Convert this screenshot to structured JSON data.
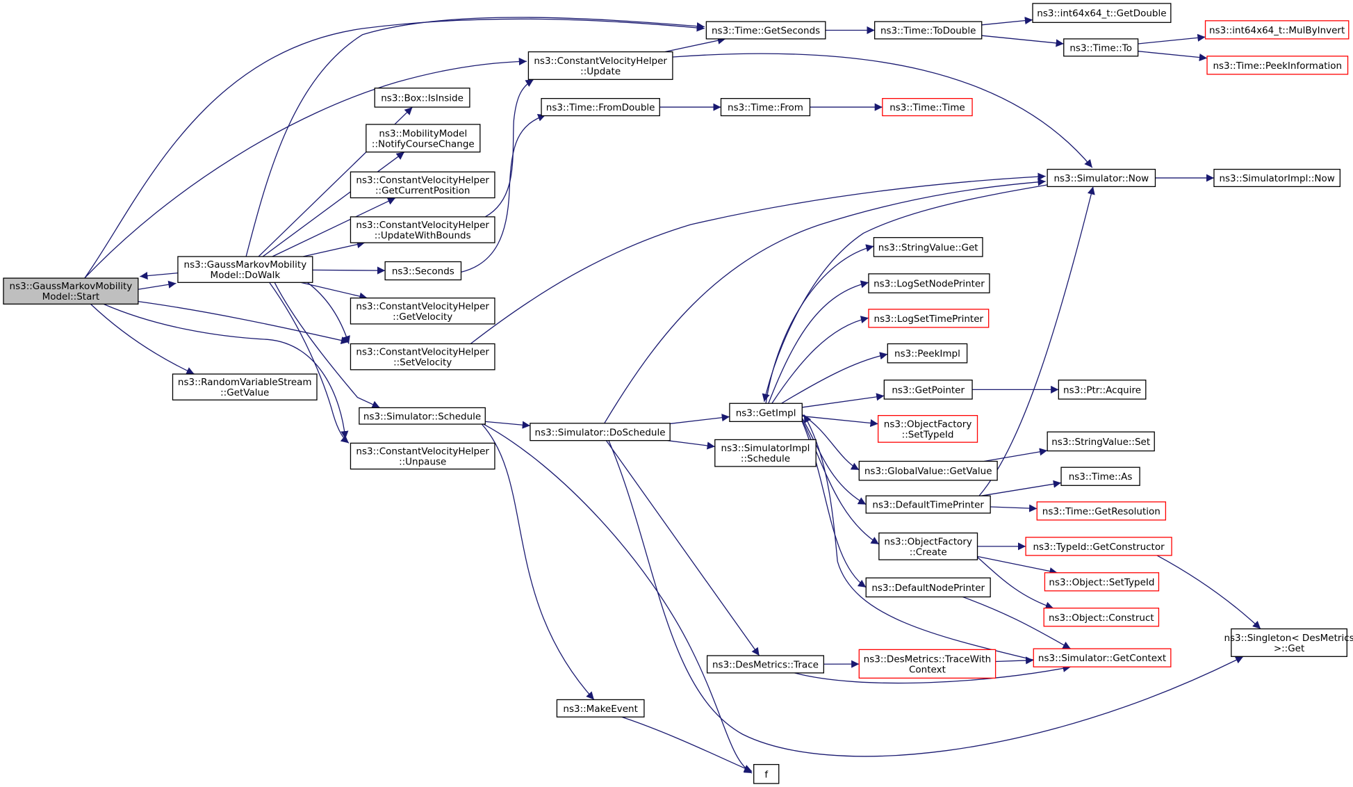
{
  "colors": {
    "edge": "#191970",
    "node_border": "#000000",
    "truncated_border": "#ff0000",
    "root_fill": "#bfbfbf",
    "node_fill": "#ffffff"
  },
  "nodes": [
    {
      "id": "start",
      "lines": [
        "ns3::GaussMarkovMobility",
        "Model::Start"
      ],
      "root": true
    },
    {
      "id": "dowalk",
      "lines": [
        "ns3::GaussMarkovMobility",
        "Model::DoWalk"
      ]
    },
    {
      "id": "rvs_getvalue",
      "lines": [
        "ns3::RandomVariableStream",
        "::GetValue"
      ]
    },
    {
      "id": "cvh_update",
      "lines": [
        "ns3::ConstantVelocityHelper",
        "::Update"
      ]
    },
    {
      "id": "box_isinside",
      "lines": [
        "ns3::Box::IsInside"
      ]
    },
    {
      "id": "notifycourse",
      "lines": [
        "ns3::MobilityModel",
        "::NotifyCourseChange"
      ]
    },
    {
      "id": "cvh_getcurpos",
      "lines": [
        "ns3::ConstantVelocityHelper",
        "::GetCurrentPosition"
      ]
    },
    {
      "id": "cvh_updbounds",
      "lines": [
        "ns3::ConstantVelocityHelper",
        "::UpdateWithBounds"
      ]
    },
    {
      "id": "seconds",
      "lines": [
        "ns3::Seconds"
      ]
    },
    {
      "id": "cvh_getvel",
      "lines": [
        "ns3::ConstantVelocityHelper",
        "::GetVelocity"
      ]
    },
    {
      "id": "cvh_setvel",
      "lines": [
        "ns3::ConstantVelocityHelper",
        "::SetVelocity"
      ]
    },
    {
      "id": "sim_schedule",
      "lines": [
        "ns3::Simulator::Schedule"
      ]
    },
    {
      "id": "cvh_unpause",
      "lines": [
        "ns3::ConstantVelocityHelper",
        "::Unpause"
      ]
    },
    {
      "id": "time_getseconds",
      "lines": [
        "ns3::Time::GetSeconds"
      ]
    },
    {
      "id": "time_todouble",
      "lines": [
        "ns3::Time::ToDouble"
      ]
    },
    {
      "id": "int64_getdouble",
      "lines": [
        "ns3::int64x64_t::GetDouble"
      ]
    },
    {
      "id": "time_to",
      "lines": [
        "ns3::Time::To"
      ]
    },
    {
      "id": "int64_mulbyinvert",
      "lines": [
        "ns3::int64x64_t::MulByInvert"
      ],
      "truncated": true
    },
    {
      "id": "time_peekinfo",
      "lines": [
        "ns3::Time::PeekInformation"
      ],
      "truncated": true
    },
    {
      "id": "time_fromdouble",
      "lines": [
        "ns3::Time::FromDouble"
      ]
    },
    {
      "id": "time_from",
      "lines": [
        "ns3::Time::From"
      ]
    },
    {
      "id": "time_time",
      "lines": [
        "ns3::Time::Time"
      ],
      "truncated": true
    },
    {
      "id": "sim_now",
      "lines": [
        "ns3::Simulator::Now"
      ]
    },
    {
      "id": "simimpl_now",
      "lines": [
        "ns3::SimulatorImpl::Now"
      ]
    },
    {
      "id": "sim_doschedule",
      "lines": [
        "ns3::Simulator::DoSchedule"
      ]
    },
    {
      "id": "getimpl",
      "lines": [
        "ns3::GetImpl"
      ]
    },
    {
      "id": "simimpl_schedule",
      "lines": [
        "ns3::SimulatorImpl",
        "::Schedule"
      ]
    },
    {
      "id": "desmetrics_trace",
      "lines": [
        "ns3::DesMetrics::Trace"
      ]
    },
    {
      "id": "makeevent",
      "lines": [
        "ns3::MakeEvent"
      ]
    },
    {
      "id": "f",
      "lines": [
        "f"
      ]
    },
    {
      "id": "stringvalue_get",
      "lines": [
        "ns3::StringValue::Get"
      ]
    },
    {
      "id": "logsetnodeprinter",
      "lines": [
        "ns3::LogSetNodePrinter"
      ]
    },
    {
      "id": "logsettimeprinter",
      "lines": [
        "ns3::LogSetTimePrinter"
      ],
      "truncated": true
    },
    {
      "id": "peekimpl",
      "lines": [
        "ns3::PeekImpl"
      ]
    },
    {
      "id": "getpointer",
      "lines": [
        "ns3::GetPointer"
      ]
    },
    {
      "id": "ptr_acquire",
      "lines": [
        "ns3::Ptr::Acquire"
      ]
    },
    {
      "id": "of_settypeid",
      "lines": [
        "ns3::ObjectFactory",
        "::SetTypeId"
      ],
      "truncated": true
    },
    {
      "id": "gv_getvalue",
      "lines": [
        "ns3::GlobalValue::GetValue"
      ]
    },
    {
      "id": "stringvalue_set",
      "lines": [
        "ns3::StringValue::Set"
      ]
    },
    {
      "id": "defaulttimeprinter",
      "lines": [
        "ns3::DefaultTimePrinter"
      ]
    },
    {
      "id": "time_as",
      "lines": [
        "ns3::Time::As"
      ]
    },
    {
      "id": "time_getres",
      "lines": [
        "ns3::Time::GetResolution"
      ],
      "truncated": true
    },
    {
      "id": "of_create",
      "lines": [
        "ns3::ObjectFactory",
        "::Create"
      ]
    },
    {
      "id": "typeid_getctor",
      "lines": [
        "ns3::TypeId::GetConstructor"
      ],
      "truncated": true
    },
    {
      "id": "object_settypeid",
      "lines": [
        "ns3::Object::SetTypeId"
      ],
      "truncated": true
    },
    {
      "id": "object_construct",
      "lines": [
        "ns3::Object::Construct"
      ],
      "truncated": true
    },
    {
      "id": "defaultnodeprinter",
      "lines": [
        "ns3::DefaultNodePrinter"
      ]
    },
    {
      "id": "singleton_get",
      "lines": [
        "ns3::Singleton< DesMetrics",
        ">::Get"
      ]
    },
    {
      "id": "desmetrics_tracectx",
      "lines": [
        "ns3::DesMetrics::TraceWith",
        "Context"
      ],
      "truncated": true
    },
    {
      "id": "sim_getcontext",
      "lines": [
        "ns3::Simulator::GetContext"
      ],
      "truncated": true
    }
  ],
  "edges": [
    [
      "start",
      "dowalk"
    ],
    [
      "start",
      "rvs_getvalue"
    ],
    [
      "start",
      "cvh_update"
    ],
    [
      "start",
      "cvh_setvel"
    ],
    [
      "start",
      "cvh_unpause"
    ],
    [
      "start",
      "time_getseconds"
    ],
    [
      "dowalk",
      "start"
    ],
    [
      "dowalk",
      "time_getseconds"
    ],
    [
      "dowalk",
      "box_isinside"
    ],
    [
      "dowalk",
      "notifycourse"
    ],
    [
      "dowalk",
      "cvh_getcurpos"
    ],
    [
      "dowalk",
      "cvh_updbounds"
    ],
    [
      "dowalk",
      "seconds"
    ],
    [
      "dowalk",
      "cvh_getvel"
    ],
    [
      "dowalk",
      "cvh_setvel"
    ],
    [
      "dowalk",
      "sim_schedule"
    ],
    [
      "dowalk",
      "cvh_unpause"
    ],
    [
      "cvh_update",
      "time_getseconds"
    ],
    [
      "cvh_update",
      "sim_now"
    ],
    [
      "cvh_updbounds",
      "cvh_update"
    ],
    [
      "seconds",
      "time_fromdouble"
    ],
    [
      "cvh_setvel",
      "sim_now"
    ],
    [
      "sim_schedule",
      "sim_doschedule"
    ],
    [
      "sim_schedule",
      "makeevent"
    ],
    [
      "sim_schedule",
      "f"
    ],
    [
      "time_getseconds",
      "time_todouble"
    ],
    [
      "time_todouble",
      "int64_getdouble"
    ],
    [
      "time_todouble",
      "time_to"
    ],
    [
      "time_to",
      "int64_mulbyinvert"
    ],
    [
      "time_to",
      "time_peekinfo"
    ],
    [
      "time_fromdouble",
      "time_from"
    ],
    [
      "time_from",
      "time_time"
    ],
    [
      "sim_now",
      "simimpl_now"
    ],
    [
      "sim_now",
      "getimpl"
    ],
    [
      "sim_doschedule",
      "sim_now"
    ],
    [
      "sim_doschedule",
      "getimpl"
    ],
    [
      "sim_doschedule",
      "simimpl_schedule"
    ],
    [
      "sim_doschedule",
      "desmetrics_trace"
    ],
    [
      "sim_doschedule",
      "singleton_get"
    ],
    [
      "makeevent",
      "f"
    ],
    [
      "getimpl",
      "stringvalue_get"
    ],
    [
      "getimpl",
      "logsetnodeprinter"
    ],
    [
      "getimpl",
      "logsettimeprinter"
    ],
    [
      "getimpl",
      "peekimpl"
    ],
    [
      "getimpl",
      "getpointer"
    ],
    [
      "getimpl",
      "of_settypeid"
    ],
    [
      "getimpl",
      "gv_getvalue"
    ],
    [
      "getimpl",
      "defaulttimeprinter"
    ],
    [
      "getimpl",
      "of_create"
    ],
    [
      "getimpl",
      "defaultnodeprinter"
    ],
    [
      "getpointer",
      "ptr_acquire"
    ],
    [
      "gv_getvalue",
      "stringvalue_set"
    ],
    [
      "defaulttimeprinter",
      "sim_now"
    ],
    [
      "defaulttimeprinter",
      "time_as"
    ],
    [
      "defaulttimeprinter",
      "time_getres"
    ],
    [
      "of_create",
      "typeid_getctor"
    ],
    [
      "of_create",
      "object_settypeid"
    ],
    [
      "of_create",
      "object_construct"
    ],
    [
      "defaultnodeprinter",
      "sim_getcontext"
    ],
    [
      "typeid_getctor",
      "singleton_get"
    ],
    [
      "desmetrics_trace",
      "desmetrics_tracectx"
    ],
    [
      "desmetrics_trace",
      "sim_getcontext"
    ],
    [
      "desmetrics_tracectx",
      "sim_getcontext"
    ],
    [
      "sim_getcontext",
      "getimpl"
    ]
  ]
}
